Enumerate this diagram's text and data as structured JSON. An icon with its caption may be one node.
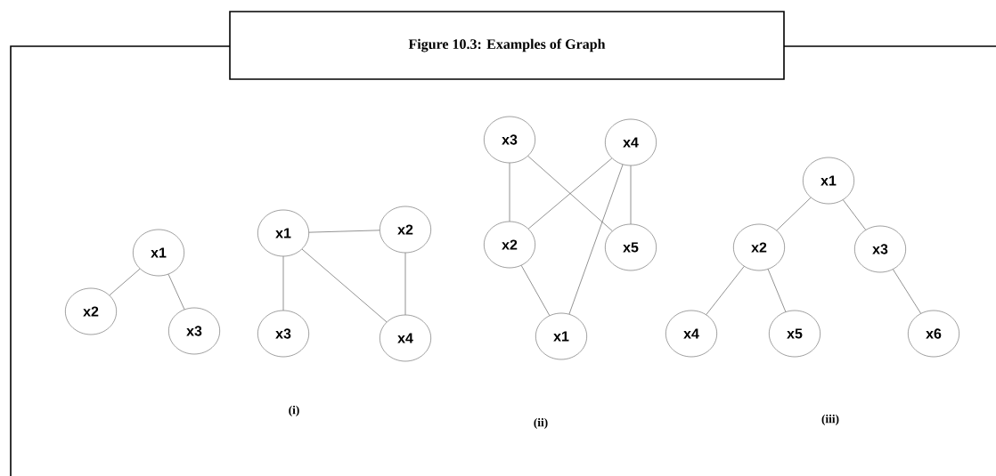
{
  "diagram": {
    "title": "Figure 10.3: Examples of Graph",
    "nodes": [
      {
        "text": [
          "x1"
        ]
      },
      {
        "text": [
          "x2"
        ]
      },
      {
        "text": [
          "x3"
        ]
      },
      {
        "text": [
          "x1"
        ]
      },
      {
        "text": [
          "x2"
        ]
      },
      {
        "text": [
          "x3"
        ]
      },
      {
        "text": [
          "x4"
        ]
      },
      {
        "text": [
          "x3"
        ]
      },
      {
        "text": [
          "x4"
        ]
      },
      {
        "text": [
          "x2"
        ]
      },
      {
        "text": [
          "x5"
        ]
      },
      {
        "text": [
          "x1"
        ]
      },
      {
        "text": [
          "x1"
        ]
      },
      {
        "text": [
          "x2"
        ]
      },
      {
        "text": [
          "x3"
        ]
      },
      {
        "text": [
          "x4"
        ]
      },
      {
        "text": [
          "x5"
        ]
      },
      {
        "text": [
          "x6"
        ]
      }
    ],
    "edges": [
      {
        "from": 0,
        "to": 1,
        "arrow": "none"
      },
      {
        "from": 0,
        "to": 2,
        "arrow": "none"
      },
      {
        "from": 3,
        "to": 4,
        "arrow": "none"
      },
      {
        "from": 3,
        "to": 5,
        "arrow": "none"
      },
      {
        "from": 3,
        "to": 6,
        "arrow": "none"
      },
      {
        "from": 4,
        "to": 6,
        "arrow": "none"
      },
      {
        "from": 7,
        "to": 9,
        "arrow": "none"
      },
      {
        "from": 7,
        "to": 10,
        "arrow": "none"
      },
      {
        "from": 8,
        "to": 9,
        "arrow": "none"
      },
      {
        "from": 8,
        "to": 11,
        "arrow": "none"
      },
      {
        "from": 8,
        "to": 10,
        "arrow": "none"
      },
      {
        "from": 9,
        "to": 11,
        "arrow": "none"
      },
      {
        "from": 12,
        "to": 13,
        "arrow": "none"
      },
      {
        "from": 12,
        "to": 14,
        "arrow": "none"
      },
      {
        "from": 13,
        "to": 15,
        "arrow": "none"
      },
      {
        "from": 13,
        "to": 16,
        "arrow": "none"
      },
      {
        "from": 14,
        "to": 17,
        "arrow": "none"
      }
    ],
    "labels": [
      "(i)",
      "(ii)",
      "(iii)"
    ]
  }
}
